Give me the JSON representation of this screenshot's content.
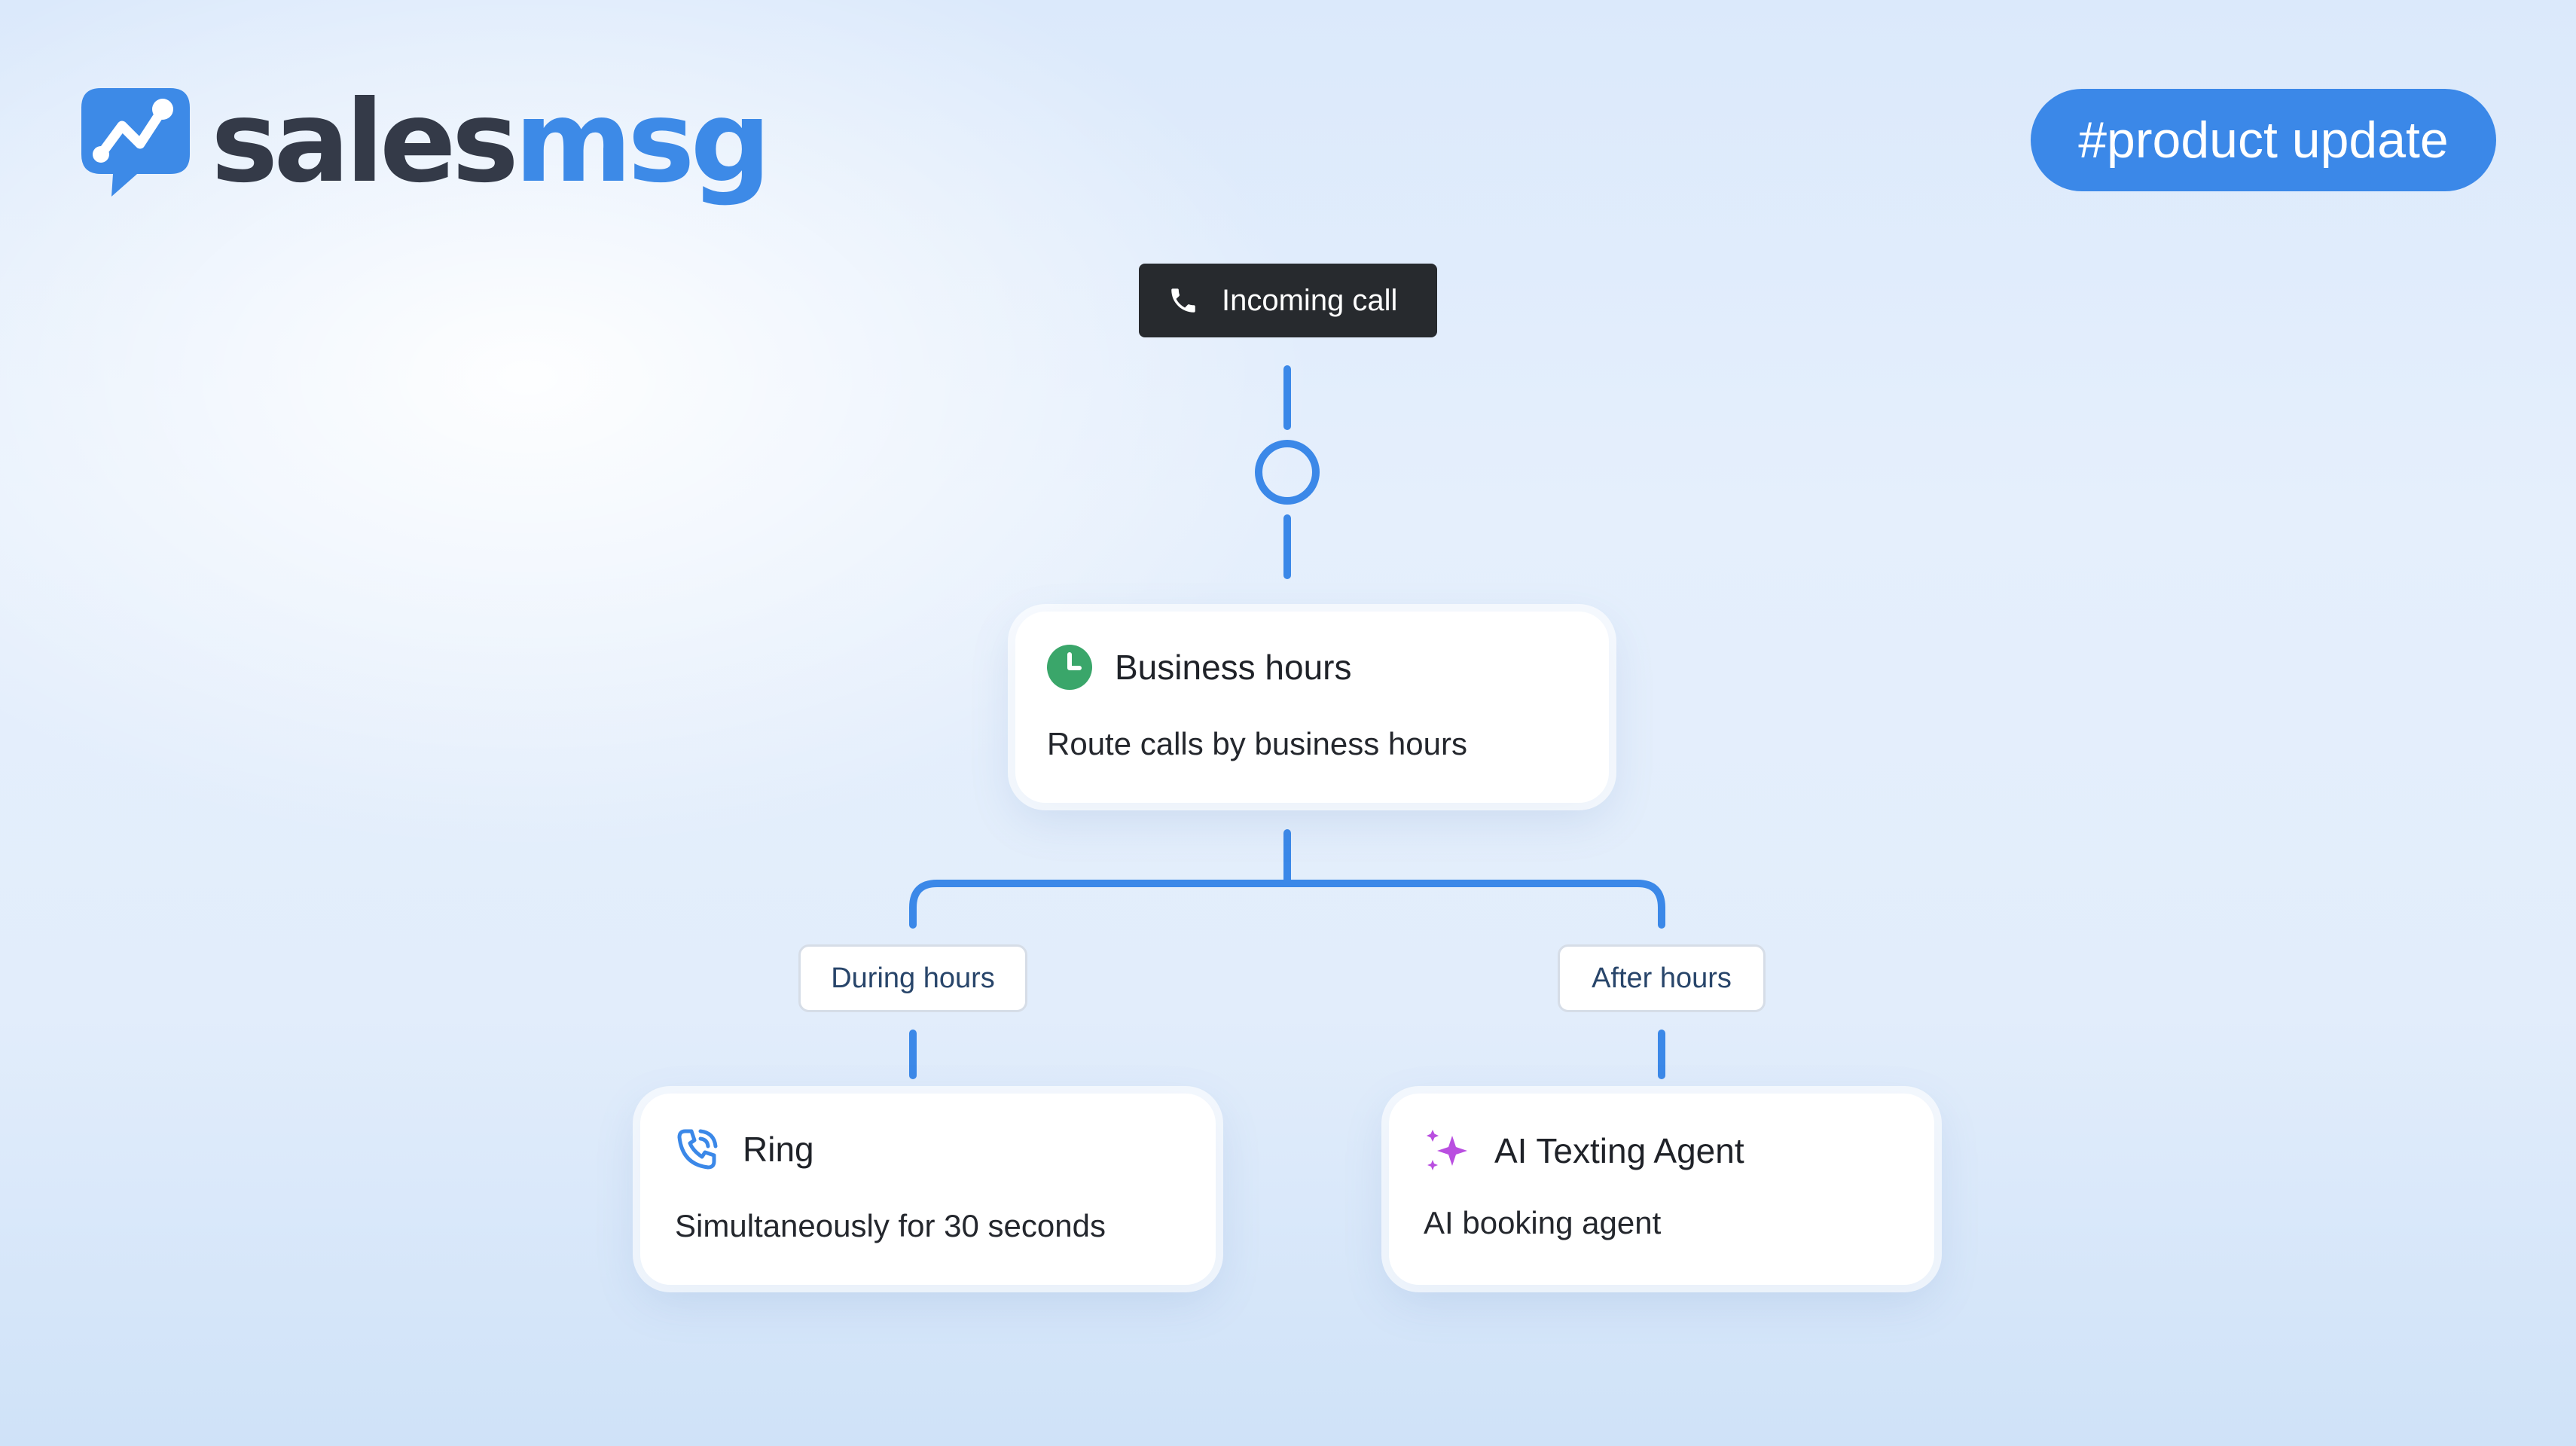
{
  "brand": {
    "name_part1": "sales",
    "name_part2": "msg",
    "logo_icon": "chat-bubble-graph-icon",
    "colors": {
      "dark": "#343a48",
      "accent": "#3d8ae7"
    }
  },
  "tag": {
    "label": "#product update"
  },
  "flow": {
    "start": {
      "label": "Incoming call",
      "icon": "phone-icon"
    },
    "condition": {
      "title": "Business hours",
      "description": "Route calls by business hours",
      "icon": "clock-icon",
      "icon_color": "#3aa66a"
    },
    "branches": [
      {
        "label": "During hours",
        "action": {
          "title": "Ring",
          "description": "Simultaneously for 30 seconds",
          "icon": "phone-ringing-icon",
          "icon_color": "#3b88e8"
        }
      },
      {
        "label": "After hours",
        "action": {
          "title": "AI Texting Agent",
          "description": "AI booking agent",
          "icon": "sparkles-icon",
          "icon_color": "#b94ee0"
        }
      }
    ],
    "connector_color": "#3b88e8"
  }
}
